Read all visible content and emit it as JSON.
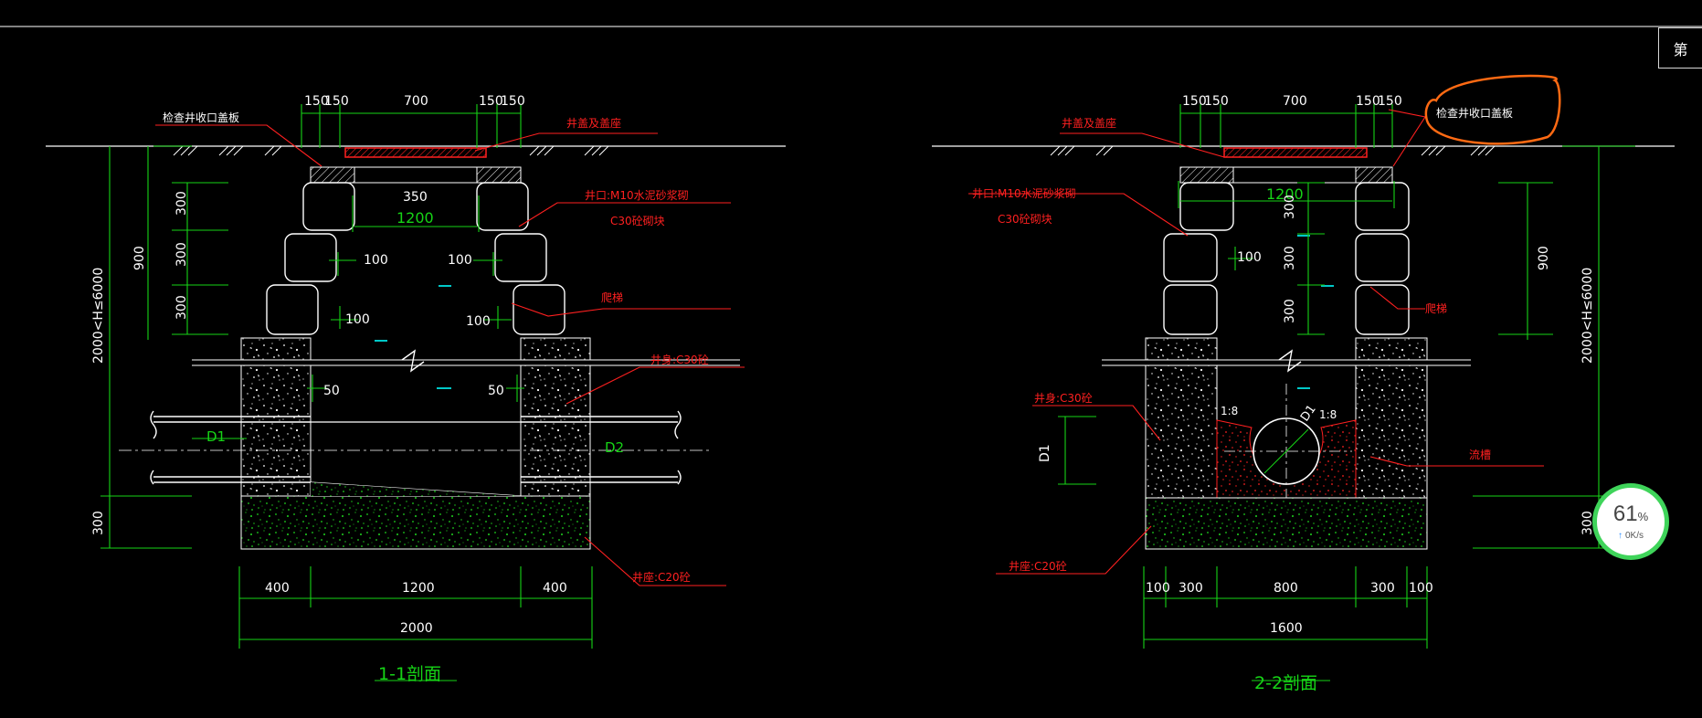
{
  "tab": {
    "label": "第"
  },
  "network_widget": {
    "percent": "61",
    "percent_unit": "%",
    "speed": "0K/s"
  },
  "left": {
    "title": "1-1剖面",
    "dims_top": [
      "150",
      "150",
      "700",
      "150",
      "150"
    ],
    "dims_bottom": [
      "400",
      "1200",
      "400"
    ],
    "dim_total": "2000",
    "dim_inner_350": "350",
    "dim_1200": "1200",
    "dim_100a": "100",
    "dim_100b": "100",
    "dim_100c": "100",
    "dim_100d": "100",
    "dim_50a": "50",
    "dim_50b": "50",
    "dim_300a": "300",
    "dim_300b": "300",
    "dim_300c": "300",
    "dim_900": "900",
    "dim_range": "2000<H≤6000",
    "dim_base": "300",
    "pipe_in": "D1",
    "pipe_out": "D2",
    "label_cover": "检查井收口盖板",
    "label_wellcover": "井盖及盖座",
    "label_mouth1": "井口:M10水泥砂浆砌",
    "label_mouth2": "C30砼砌块",
    "label_ladder": "爬梯",
    "label_body": "井身:C30砼",
    "label_base": "井座:C20砼"
  },
  "right": {
    "title": "2-2剖面",
    "dims_top": [
      "150",
      "150",
      "700",
      "150",
      "150"
    ],
    "dims_bottom": [
      "100",
      "300",
      "800",
      "300",
      "100"
    ],
    "dim_total": "1600",
    "dim_1200": "1200",
    "dim_100": "100",
    "dim_300a": "300",
    "dim_300b": "300",
    "dim_300c": "300",
    "dim_900": "900",
    "dim_range": "2000<H≤6000",
    "dim_base": "300",
    "dim_d1": "D1",
    "dim_d1_circle": "D1",
    "slope_l": "1:8",
    "slope_r": "1:8",
    "label_cover": "检查井收口盖板",
    "label_wellcover": "井盖及盖座",
    "label_mouth1": "井口:M10水泥砂浆砌",
    "label_mouth2": "C30砼砌块",
    "label_ladder": "爬梯",
    "label_body": "井身:C30砼",
    "label_flow": "流槽",
    "label_base": "井座:C20砼"
  },
  "colors": {
    "background": "#000000",
    "line": "#ffffff",
    "dimension": "#00ff00",
    "annotation": "#ff0000",
    "highlight": "#ff6a13",
    "ladder": "#00c8c8"
  }
}
